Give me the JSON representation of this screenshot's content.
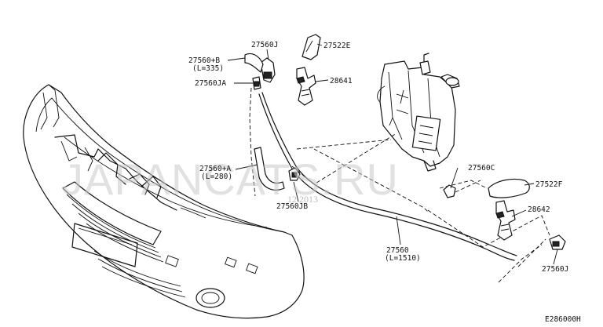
{
  "watermark": {
    "text": "JAPANCATS.RU",
    "date": "12.2013"
  },
  "diagram_code": "E286000H",
  "callouts": {
    "c27560J_top": "27560J",
    "c27522E": "27522E",
    "c27560B": "27560+B",
    "c27560B_len": "(L=335)",
    "c28641": "28641",
    "c27560JA": "27560JA",
    "c27560C": "27560C",
    "c27560A": "27560+A",
    "c27560A_len": "(L=280)",
    "c27522F": "27522F",
    "c27560JB": "27560JB",
    "c28642": "28642",
    "c27560": "27560",
    "c27560_len": "(L=1510)",
    "c27560J_bot": "27560J"
  }
}
